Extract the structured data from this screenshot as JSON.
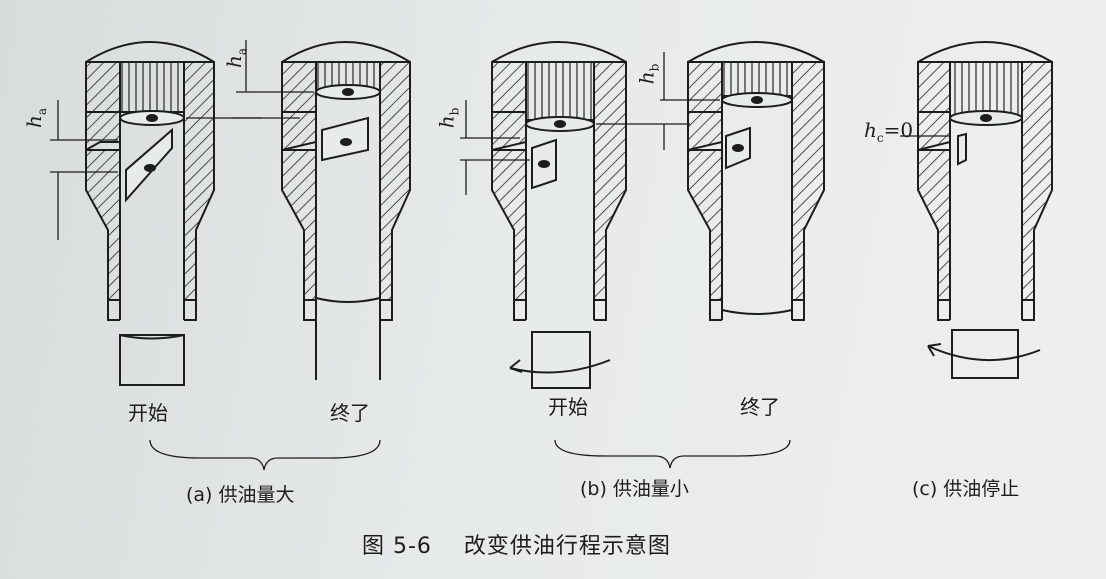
{
  "figure_caption": "图 5-6    改变供油行程示意图",
  "groups": [
    {
      "id": "a",
      "caption": "(a) 供油量大",
      "states": [
        "开始",
        "终了"
      ],
      "stroke_label": "h",
      "stroke_sub": "a"
    },
    {
      "id": "b",
      "caption": "(b) 供油量小",
      "states": [
        "开始",
        "终了"
      ],
      "stroke_label": "h",
      "stroke_sub": "b"
    },
    {
      "id": "c",
      "caption": "(c) 供油停止",
      "states": [],
      "stroke_label": "h",
      "stroke_sub": "c",
      "stroke_suffix": "=0"
    }
  ],
  "colors": {
    "ink": "#1d1d1d",
    "paper": "#e4e8e7"
  }
}
